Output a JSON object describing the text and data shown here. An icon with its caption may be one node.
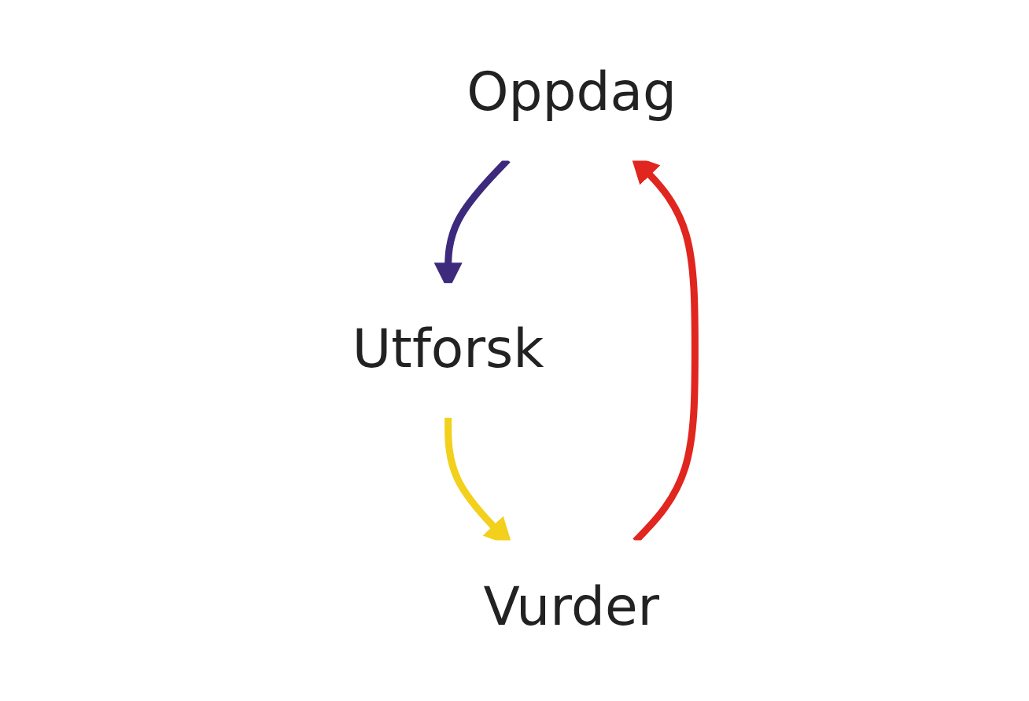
{
  "diagram": {
    "nodes": [
      {
        "text": [
          "Oppdag"
        ]
      },
      {
        "text": [
          "Utforsk"
        ]
      },
      {
        "text": [
          "Vurder"
        ]
      }
    ],
    "edges": [
      {
        "from": 0,
        "to": 1,
        "arrow": "to",
        "color": "#3d2a7d"
      },
      {
        "from": 1,
        "to": 2,
        "arrow": "to",
        "color": "#f2d01c"
      },
      {
        "from": 2,
        "to": 0,
        "arrow": "to",
        "color": "#e0261f"
      }
    ]
  }
}
